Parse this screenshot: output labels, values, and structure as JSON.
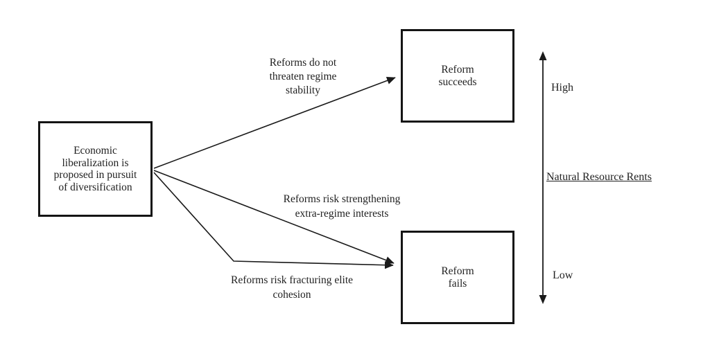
{
  "diagram": {
    "source_box": {
      "text": "Economic\nliberalization is\nproposed in pursuit\nof diversification"
    },
    "success_box": {
      "text": "Reform\nsucceeds"
    },
    "failure_box": {
      "text": "Reform\nfails"
    },
    "arrow_labels": {
      "success_path": "Reforms do not\nthreaten regime\nstability",
      "failure_path_upper": "Reforms risk strengthening\nextra-regime interests",
      "failure_path_lower": "Reforms risk fracturing elite\ncohesion"
    },
    "axis": {
      "high_label": "High",
      "title": "Natural Resource Rents",
      "low_label": "Low"
    },
    "colors": {
      "line": "#1a1a1a",
      "text": "#1f1f1f",
      "background": "#ffffff"
    }
  }
}
